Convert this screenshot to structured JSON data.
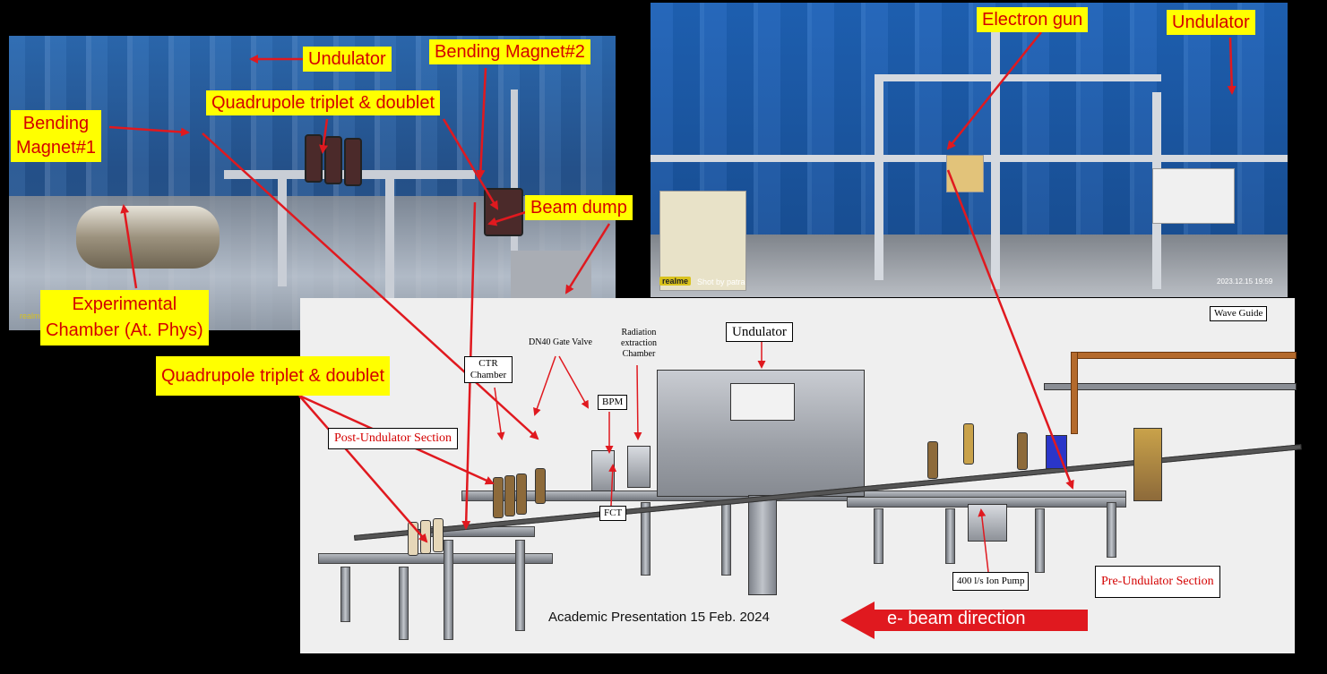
{
  "photo_left": {
    "watermark": "realme"
  },
  "photo_right": {
    "watermark_brand": "realme",
    "watermark_credit": "Shot by patra",
    "timestamp": "2023.12.15 19:59"
  },
  "callouts": {
    "undulator_left": "Undulator",
    "bending_magnet_2": "Bending Magnet#2",
    "quadrupole_top": "Quadrupole triplet & doublet",
    "bending_magnet_1_line1": "Bending",
    "bending_magnet_1_line2": "Magnet#1",
    "beam_dump": "Beam dump",
    "experimental_line1": "Experimental",
    "experimental_line2": "Chamber (At. Phys)",
    "quadrupole_bottom": "Quadrupole triplet & doublet",
    "electron_gun": "Electron gun",
    "undulator_right": "Undulator"
  },
  "drawing": {
    "undulator": "Undulator",
    "wave_guide": "Wave Guide",
    "dn40_gate_valve": "DN40 Gate Valve",
    "radiation_line1": "Radiation",
    "radiation_line2": "extraction",
    "radiation_line3": "Chamber",
    "ctr_line1": "CTR",
    "ctr_line2": "Chamber",
    "bpm": "BPM",
    "fct": "FCT",
    "post_undulator": "Post-Undulator Section",
    "ion_pump": "400 l/s Ion Pump",
    "pre_undulator": "Pre-Undulator Section"
  },
  "footer": {
    "academic": "Academic Presentation 15 Feb. 2024",
    "beam_direction": "e- beam direction"
  },
  "colors": {
    "callout_bg": "#ffff00",
    "callout_text": "#d40000",
    "arrow": "#e0191f"
  }
}
